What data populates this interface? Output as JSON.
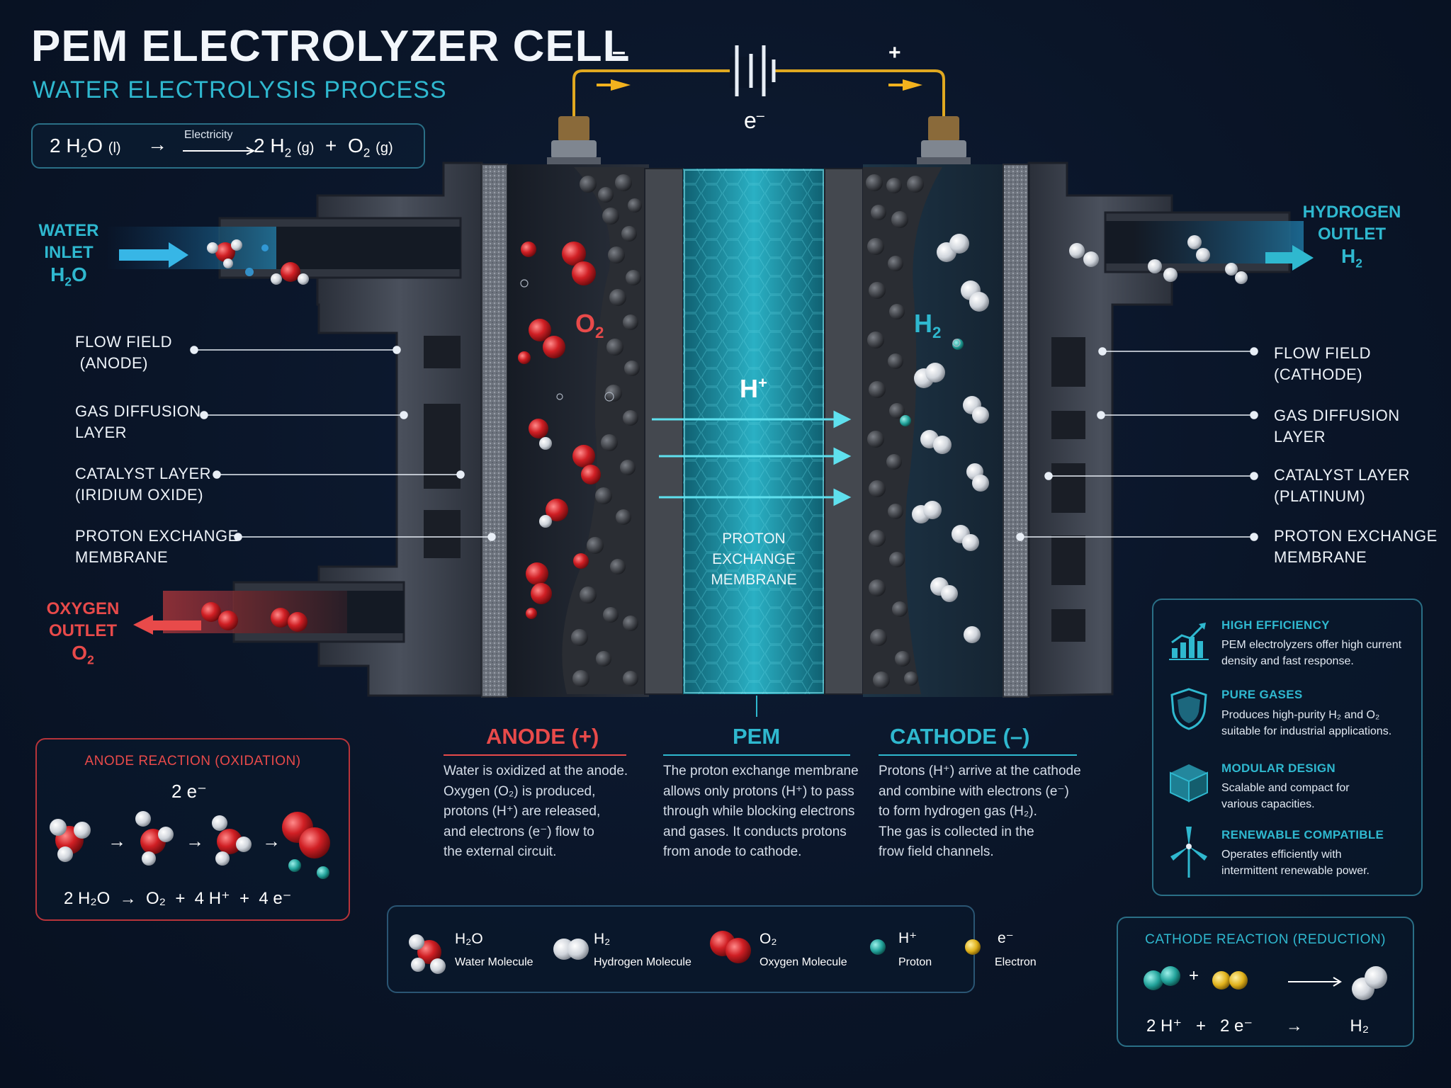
{
  "header": {
    "title": "PEM ELECTROLYZER CELL",
    "subtitle": "WATER ELECTROLYSIS PROCESS"
  },
  "overall_equation": {
    "reactant": "2 H",
    "reactant_sub": "2",
    "reactant_tail": "O",
    "reactant_state": "(l)",
    "arrow_label": "Electricity",
    "product1": "2 H",
    "product1_sub": "2",
    "product1_state": "(g)",
    "plus": "+",
    "product2": "O",
    "product2_sub": "2",
    "product2_state": "(g)"
  },
  "circuit": {
    "negative": "–",
    "positive": "+",
    "electron": "e",
    "electron_sup": "–"
  },
  "inlets": {
    "water": {
      "line1": "WATER",
      "line2": "INLET",
      "formula": "H",
      "formula_sub": "2",
      "formula_tail": "O"
    },
    "hydrogen": {
      "line1": "HYDROGEN",
      "line2": "OUTLET",
      "formula": "H",
      "formula_sub": "2"
    },
    "oxygen": {
      "line1": "OXYGEN",
      "line2": "OUTLET",
      "formula": "O",
      "formula_sub": "2"
    }
  },
  "left_labels": [
    {
      "line1": "FLOW FIELD",
      "line2": " (ANODE)"
    },
    {
      "line1": "GAS DIFFUSION",
      "line2": "LAYER"
    },
    {
      "line1": "CATALYST LAYER",
      "line2": "(IRIDIUM OXIDE)"
    },
    {
      "line1": "PROTON EXCHANGE",
      "line2": "MEMBRANE"
    }
  ],
  "right_labels": [
    {
      "line1": "FLOW FIELD",
      "line2": "(CATHODE)"
    },
    {
      "line1": "GAS DIFFUSION",
      "line2": "LAYER"
    },
    {
      "line1": "CATALYST LAYER",
      "line2": "(PLATINUM)"
    },
    {
      "line1": "PROTON EXCHANGE",
      "line2": "MEMBRANE"
    }
  ],
  "cell": {
    "o2_label": "O",
    "o2_sub": "2",
    "h2_label": "H",
    "h2_sub": "2",
    "proton_label": "H",
    "proton_sup": "+",
    "pem_line1": "PROTON",
    "pem_line2": "EXCHANGE",
    "pem_line3": "MEMBRANE"
  },
  "sections": {
    "anode": {
      "heading": "ANODE (+)",
      "lines": [
        "Water is oxidized at the anode.",
        "Oxygen (O₂) is produced,",
        "protons (H⁺) are released,",
        "and electrons (e⁻) flow to",
        "the external circuit."
      ]
    },
    "pem": {
      "heading": "PEM",
      "lines": [
        "The proton exchange membrane",
        "allows only protons (H⁺) to pass",
        "through while blocking electrons",
        "and gases. It conducts protons",
        "from anode to cathode."
      ]
    },
    "cathode": {
      "heading": "CATHODE (–)",
      "lines": [
        "Protons (H⁺) arrive at the cathode",
        "and combine with electrons (e⁻)",
        "to form hydrogen gas (H₂).",
        "The gas is collected in the",
        "frow field channels."
      ]
    }
  },
  "anode_reaction": {
    "title": "ANODE REACTION (OXIDATION)",
    "electrons_label": "2 e⁻",
    "equation": "2 H₂O  →  O₂  +  4 H⁺  +  4 e⁻"
  },
  "legend": [
    {
      "symbol": "H₂O",
      "name": "Water Molecule"
    },
    {
      "symbol": "H₂",
      "name": "Hydrogen Molecule"
    },
    {
      "symbol": "O₂",
      "name": "Oxygen Molecule"
    },
    {
      "symbol": "H⁺",
      "name": "Proton"
    },
    {
      "symbol": "e⁻",
      "name": "Electron"
    }
  ],
  "features": [
    {
      "title": "HIGH EFFICIENCY",
      "line1": "PEM electrolyzers offer high current",
      "line2": "density and fast response.",
      "icon": "chart-icon"
    },
    {
      "title": "PURE GASES",
      "line1": "Produces high-purity H₂ and O₂",
      "line2": "suitable for industrial applications.",
      "icon": "shield-icon"
    },
    {
      "title": "MODULAR DESIGN",
      "line1": "Scalable and compact for",
      "line2": "various capacities.",
      "icon": "cube-icon"
    },
    {
      "title": "RENEWABLE COMPATIBLE",
      "line1": "Operates efficiently with",
      "line2": "intermittent renewable power.",
      "icon": "wind-turbine-icon"
    }
  ],
  "cathode_reaction": {
    "title": "CATHODE REACTION (REDUCTION)",
    "plus": "+",
    "equation": "2 H⁺   +   2 e⁻       →          H₂"
  },
  "colors": {
    "accent_cyan": "#2fb8cf",
    "accent_red": "#e84a4a",
    "background": "#0a1528",
    "membrane": "#1f8ea3",
    "metal": "#3c4250"
  }
}
